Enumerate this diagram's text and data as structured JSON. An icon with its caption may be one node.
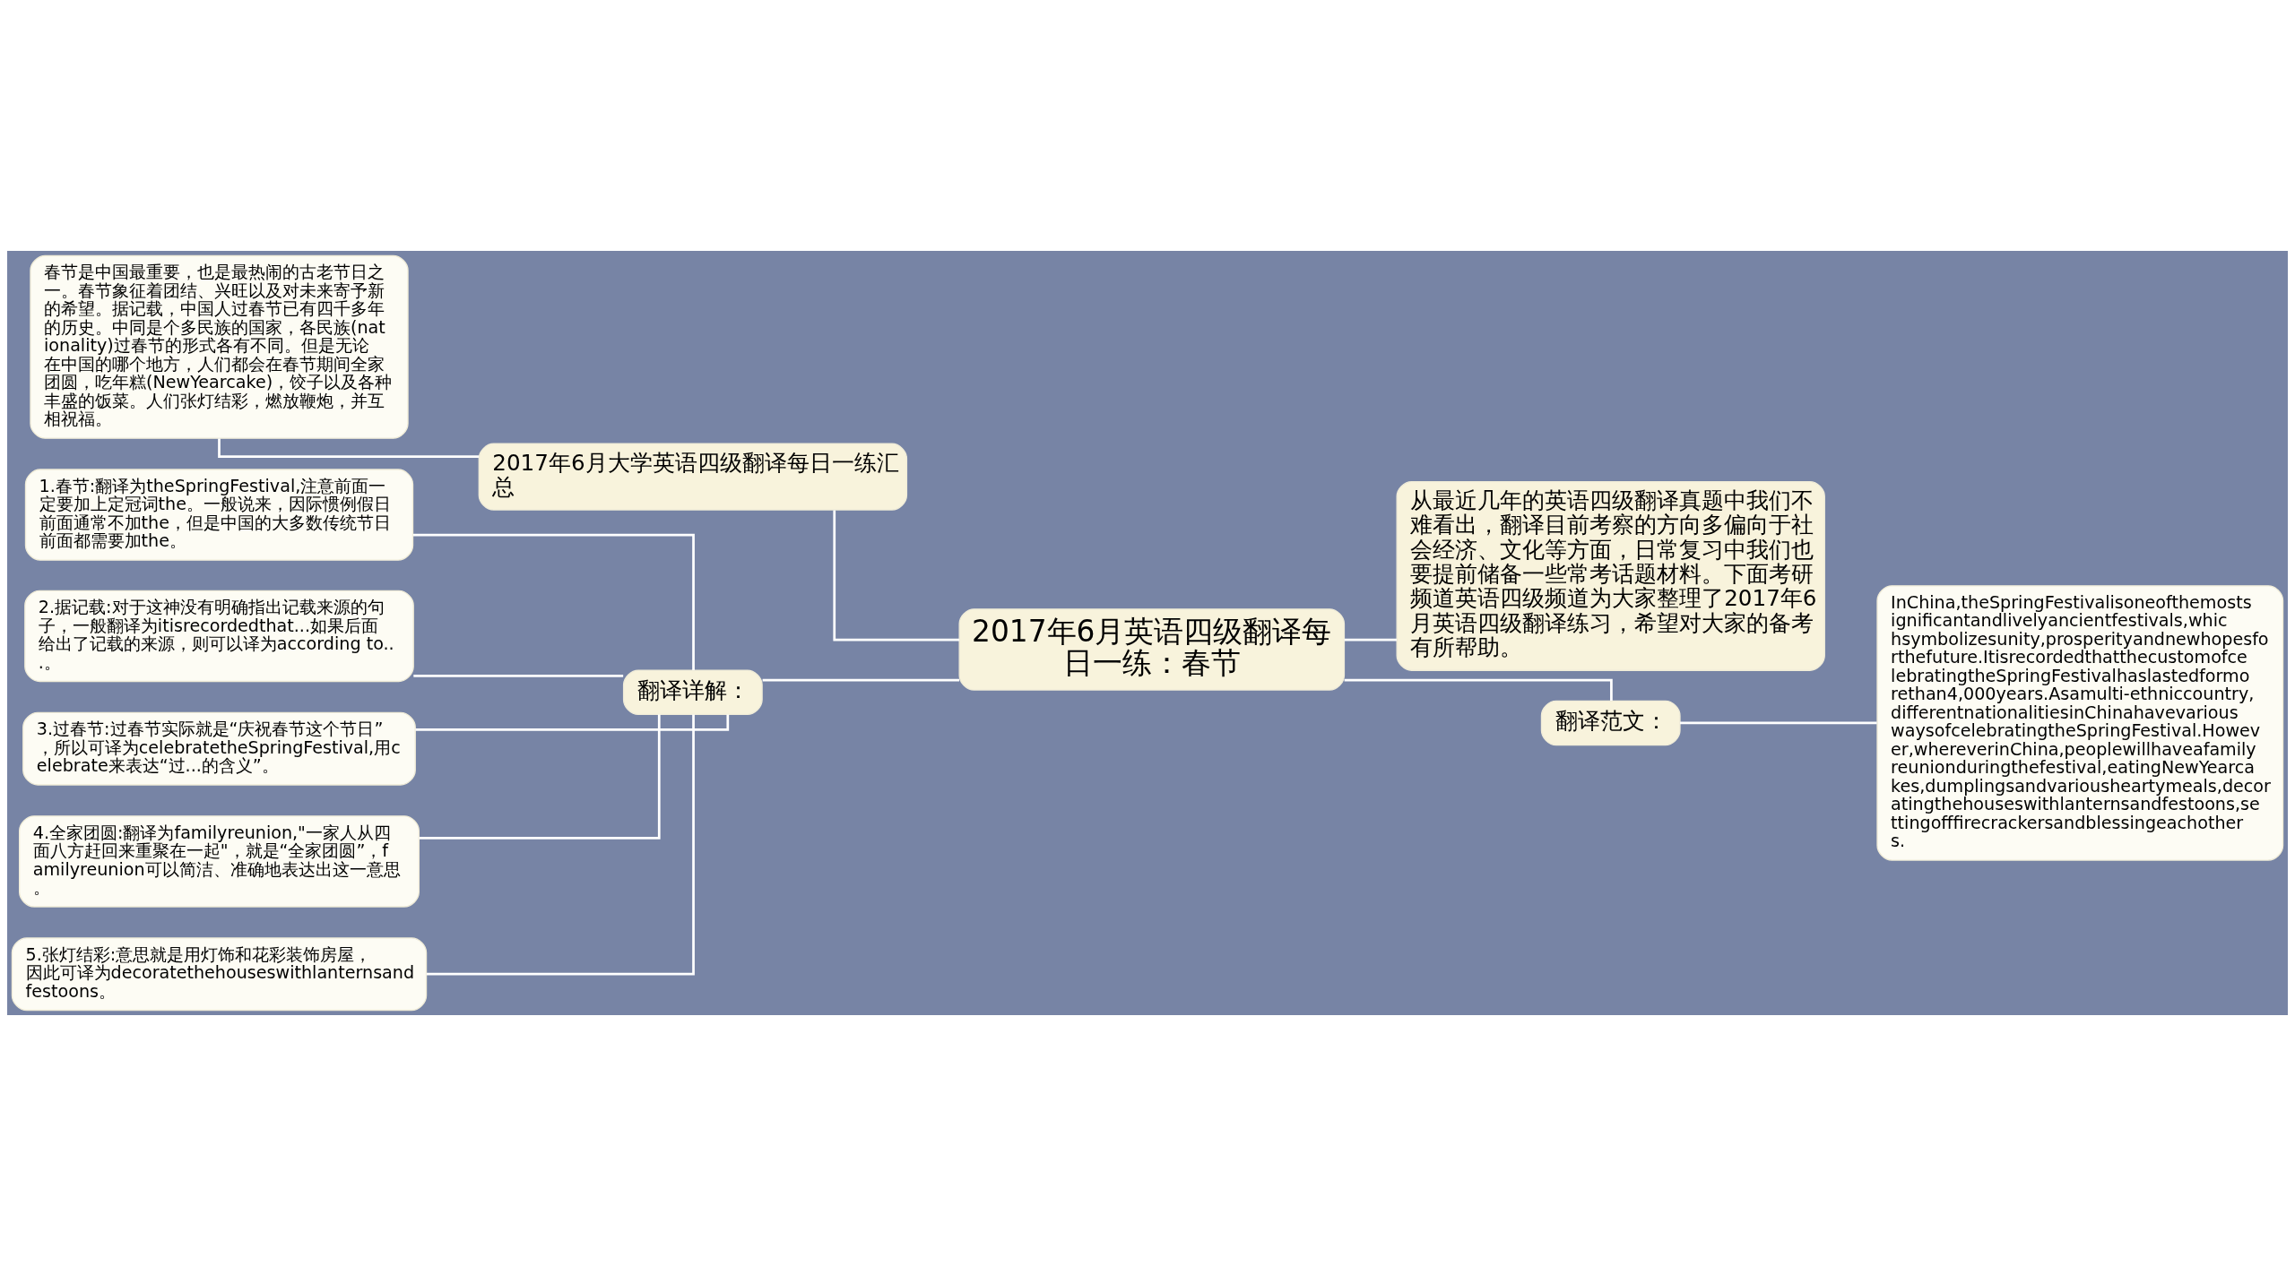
{
  "diagram": {
    "nodes": [
      {
        "text": [
          "2017年6月英语四级翻译每日一练：春节"
        ]
      },
      {
        "text": [
          "2017年6月大学英语四级翻译每日一练汇总"
        ]
      },
      {
        "text": [
          "春节是中国最重要，也是最热闹的古老节日之一。春节象征着团结、兴旺以及对未来寄予新的希望。据记载，中国人过春节已有四千多年的历史。中同是个多民族的国家，各民族(nationality)过春节的形式各有不同。但是无论在中国的哪个地方，人们都会在春节期间全家团圆，吃年糕(NewYearcake)，饺子以及各种丰盛的饭菜。人们张灯结彩，燃放鞭炮，并互相祝福。"
        ]
      },
      {
        "text": [
          "翻译详解："
        ]
      },
      {
        "text": [
          "1.春节:翻译为theSpringFestival,注意前面一定要加上定冠词the。一般说来，因际惯例假日前面通常不加the，但是中国的大多数传统节日前面都需要加the。"
        ]
      },
      {
        "text": [
          "2.据记载:对于这神没有明确指出记载来源的句子，一般翻译为itisrecordedthat...如果后面给出了记载的来源，则可以译为according to...。"
        ]
      },
      {
        "text": [
          "3.过春节:过春节实际就是“庆祝春节这个节日”，所以可译为celebratetheSpringFestival,用celebrate来表达“过...的含义”。"
        ]
      },
      {
        "text": [
          "4.全家团圆:翻译为familyreunion,\"一家人从四面八方赶回来重聚在一起\"，就是“全家团圆”，familyreunion可以简洁、准确地表达出这一意思。"
        ]
      },
      {
        "text": [
          "5.张灯结彩:意思就是用灯饰和花彩装饰房屋，因此可译为decoratethehouseswithlanternsandfestoons。"
        ]
      },
      {
        "text": [
          "从最近几年的英语四级翻译真题中我们不难看出，翻译目前考察的方向多偏向于社会经济、文化等方面，日常复习中我们也要提前储备一些常考话题材料。下面考研频道英语四级频道为大家整理了2017年6月英语四级翻译练习，希望对大家的备考有所帮助。"
        ]
      },
      {
        "text": [
          "翻译范文："
        ]
      },
      {
        "text": [
          "InChina,theSpringFestivalisoneofthemostsignificantandlivelyancientfestivals,whichsymbolizesunity,prosperityandnewhopesforthefuture.ItisrecordedthatthecustomofcelebratingtheSpringFestivalhaslastedformorethan4,000years.Asamulti-ethniccountry,differentnationalitiesinChinahavevariouswaysofcelebratingtheSpringFestival.However,whereverinChina,peoplewillhaveafamilyreunionduringthefestival,eatingNewYearcakes,dumplingsandvariousheartymeals,decoratingthehouseswithlanternsandfestoons,settingofffirecrackersandblessingeachothers."
        ]
      }
    ],
    "edges": [
      {
        "from": 0,
        "to": 1,
        "arrow": "none"
      },
      {
        "from": 1,
        "to": 2,
        "arrow": "none"
      },
      {
        "from": 0,
        "to": 3,
        "arrow": "none"
      },
      {
        "from": 3,
        "to": 4,
        "arrow": "none"
      },
      {
        "from": 3,
        "to": 5,
        "arrow": "none"
      },
      {
        "from": 3,
        "to": 6,
        "arrow": "none"
      },
      {
        "from": 3,
        "to": 7,
        "arrow": "none"
      },
      {
        "from": 3,
        "to": 8,
        "arrow": "none"
      },
      {
        "from": 0,
        "to": 9,
        "arrow": "none"
      },
      {
        "from": 0,
        "to": 10,
        "arrow": "none"
      },
      {
        "from": 10,
        "to": 11,
        "arrow": "none"
      }
    ]
  }
}
